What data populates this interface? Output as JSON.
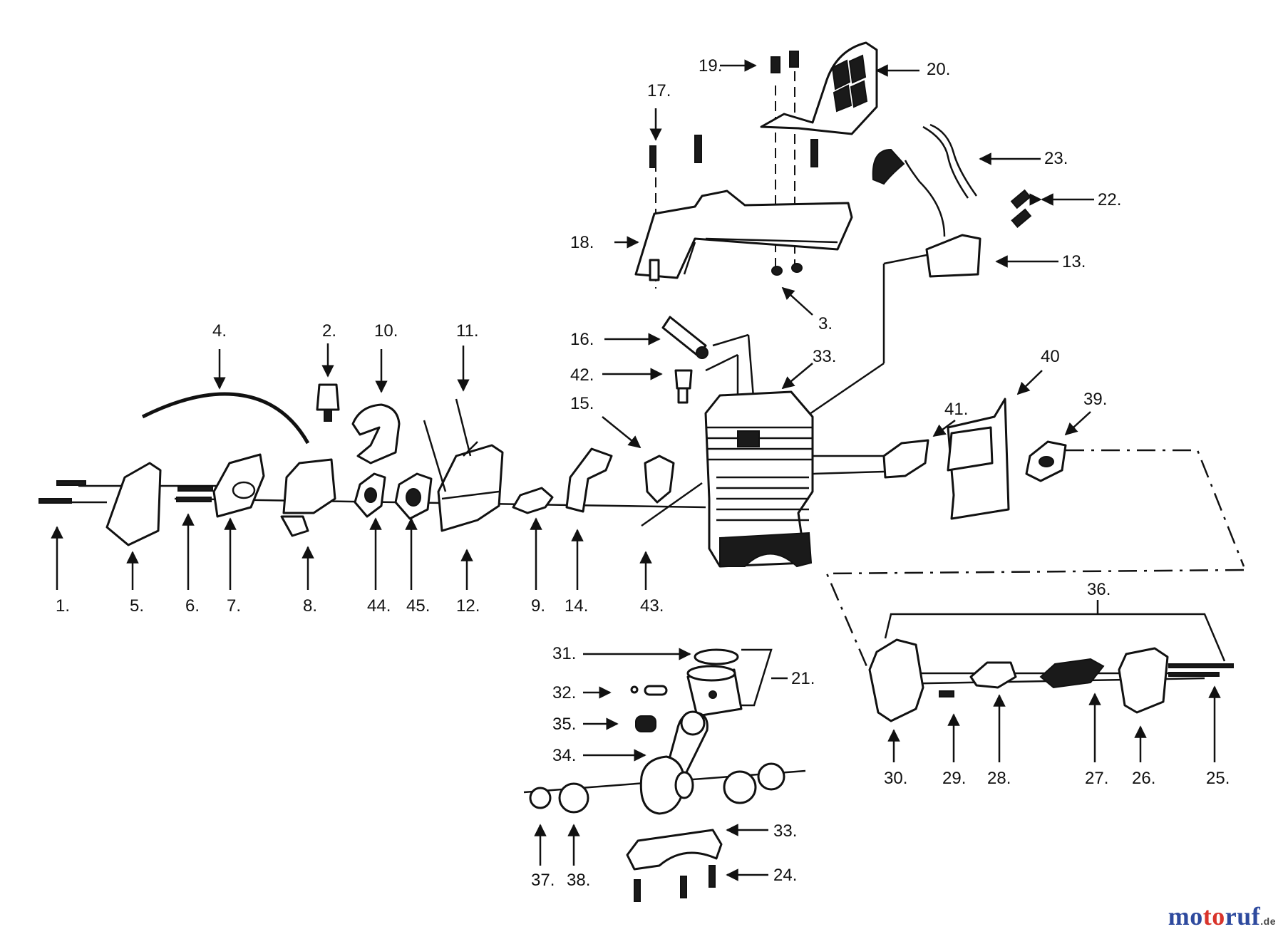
{
  "labels": [
    {
      "id": "l19",
      "text": "19."
    },
    {
      "id": "l20",
      "text": "20."
    },
    {
      "id": "l17",
      "text": "17."
    },
    {
      "id": "l23",
      "text": "23."
    },
    {
      "id": "l22",
      "text": "22."
    },
    {
      "id": "l18",
      "text": "18."
    },
    {
      "id": "l13",
      "text": "13."
    },
    {
      "id": "l3",
      "text": "3."
    },
    {
      "id": "l4",
      "text": "4."
    },
    {
      "id": "l2",
      "text": "2."
    },
    {
      "id": "l10",
      "text": "10."
    },
    {
      "id": "l11",
      "text": "11."
    },
    {
      "id": "l16",
      "text": "16."
    },
    {
      "id": "l33a",
      "text": "33."
    },
    {
      "id": "l42",
      "text": "42."
    },
    {
      "id": "l40",
      "text": "40"
    },
    {
      "id": "l15",
      "text": "15."
    },
    {
      "id": "l41",
      "text": "41."
    },
    {
      "id": "l39",
      "text": "39."
    },
    {
      "id": "l1",
      "text": "1."
    },
    {
      "id": "l5",
      "text": "5."
    },
    {
      "id": "l6",
      "text": "6."
    },
    {
      "id": "l7",
      "text": "7."
    },
    {
      "id": "l8",
      "text": "8."
    },
    {
      "id": "l44",
      "text": "44."
    },
    {
      "id": "l45",
      "text": "45."
    },
    {
      "id": "l12",
      "text": "12."
    },
    {
      "id": "l9",
      "text": "9."
    },
    {
      "id": "l14",
      "text": "14."
    },
    {
      "id": "l43",
      "text": "43."
    },
    {
      "id": "l36",
      "text": "36."
    },
    {
      "id": "l31",
      "text": "31."
    },
    {
      "id": "l21",
      "text": "21."
    },
    {
      "id": "l32",
      "text": "32."
    },
    {
      "id": "l35",
      "text": "35."
    },
    {
      "id": "l34",
      "text": "34."
    },
    {
      "id": "l30",
      "text": "30."
    },
    {
      "id": "l29",
      "text": "29."
    },
    {
      "id": "l28",
      "text": "28."
    },
    {
      "id": "l27",
      "text": "27."
    },
    {
      "id": "l26",
      "text": "26."
    },
    {
      "id": "l25",
      "text": "25."
    },
    {
      "id": "l33b",
      "text": "33."
    },
    {
      "id": "l24",
      "text": "24."
    },
    {
      "id": "l37",
      "text": "37."
    },
    {
      "id": "l38",
      "text": "38."
    }
  ],
  "brand": {
    "name_a": "mo",
    "name_b": "to",
    "name_c": "ruf",
    "tld": ".de",
    "colors": {
      "a": "#2e4a9e",
      "b": "#d9342b",
      "c": "#2e4a9e"
    }
  }
}
